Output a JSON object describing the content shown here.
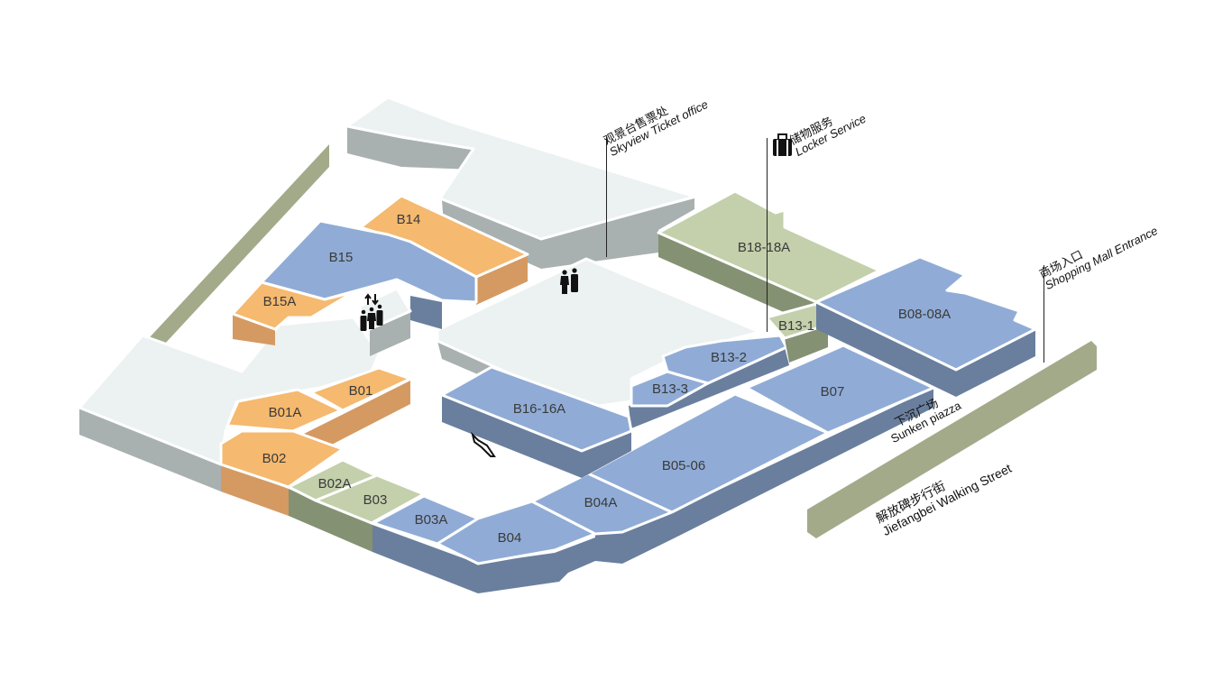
{
  "colors": {
    "orange_top": "#f5b96f",
    "orange_side": "#d49a62",
    "blue_top": "#90acd6",
    "blue_side": "#6a7f9e",
    "green_top": "#c3d0ab",
    "green_side": "#859173",
    "gray_top": "#ecf1f1",
    "gray_side": "#a9b0b0",
    "street": "#a3aa8a"
  },
  "stores": {
    "b14": "B14",
    "b15": "B15",
    "b15a": "B15A",
    "b01": "B01",
    "b01a": "B01A",
    "b02": "B02",
    "b02a": "B02A",
    "b03": "B03",
    "b03a": "B03A",
    "b04": "B04",
    "b04a": "B04A",
    "b05_06": "B05-06",
    "b07": "B07",
    "b13_1": "B13-1",
    "b13_2": "B13-2",
    "b13_3": "B13-3",
    "b16_16a": "B16-16A",
    "b18_18a": "B18-18A",
    "b08_08a": "B08-08A"
  },
  "annotations": {
    "ticket": {
      "zh": "观景台售票处",
      "en": "Skyview Ticket office"
    },
    "locker": {
      "zh": "储物服务",
      "en": "Locker Service",
      "icon": "luggage-icon"
    },
    "entrance": {
      "zh": "商场入口",
      "en": "Shopping Mall Entrance"
    },
    "sunken": {
      "zh": "下沉广场",
      "en": "Sunken piazza"
    },
    "street": {
      "zh": "解放碑步行街",
      "en": "Jiefangbei Walking Street"
    }
  },
  "icons": [
    "restroom-icon",
    "elevator-icon",
    "escalator-icon",
    "luggage-icon"
  ]
}
